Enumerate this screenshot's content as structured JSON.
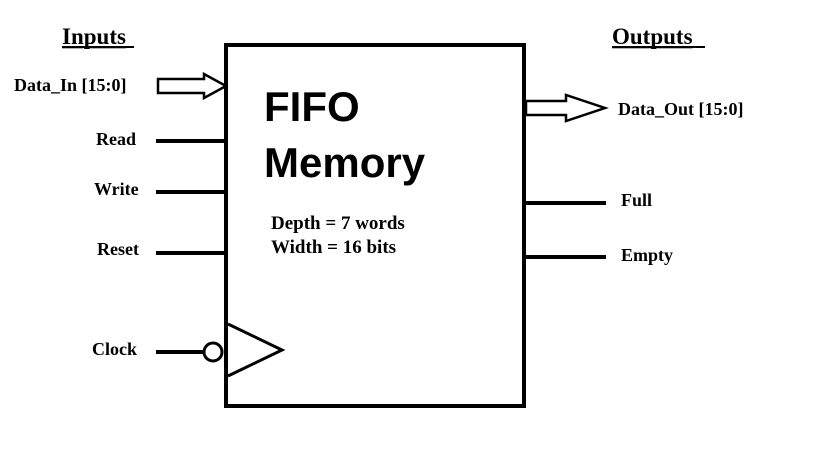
{
  "headers": {
    "inputs": "Inputs",
    "outputs": "Outputs"
  },
  "block": {
    "title_line1": "FIFO",
    "title_line2": "Memory",
    "depth": "Depth = 7 words",
    "width": "Width = 16 bits"
  },
  "inputs": {
    "data_in": "Data_In [15:0]",
    "read": "Read",
    "write": "Write",
    "reset": "Reset",
    "clock": "Clock"
  },
  "outputs": {
    "data_out": "Data_Out [15:0]",
    "full": "Full",
    "empty": "Empty"
  }
}
